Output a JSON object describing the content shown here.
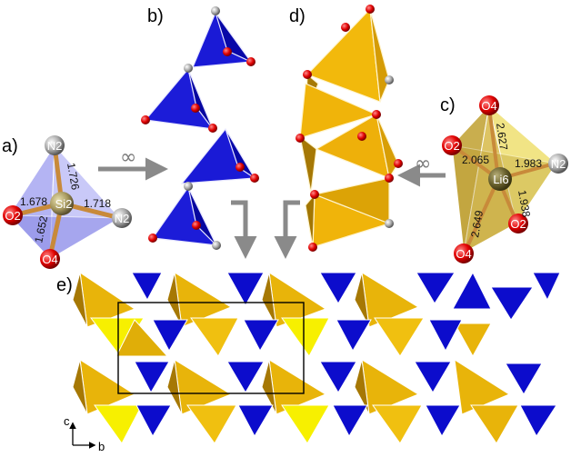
{
  "panels": {
    "a": "a)",
    "b": "b)",
    "c": "c)",
    "d": "d)",
    "e": "e)"
  },
  "connectors": {
    "infinity_left": "∞",
    "infinity_right": "∞"
  },
  "panel_a": {
    "center_atom": "Si2",
    "atoms": [
      "N2",
      "O2",
      "N2",
      "O4"
    ],
    "bonds": [
      "1.726",
      "1.678",
      "1.718",
      "1.652"
    ]
  },
  "panel_c": {
    "center_atom": "Li6",
    "atoms": [
      "O4",
      "O2",
      "N2",
      "O2",
      "O4"
    ],
    "bonds": [
      "2.627",
      "2.065",
      "1.983",
      "1.938",
      "2.649"
    ]
  },
  "axes": {
    "c": "c",
    "b": "b"
  },
  "colors": {
    "si_tetra": "#0c0ccc",
    "li_tetra": "#e8b40a",
    "li_light": "#f7f000",
    "oxygen": "#e00000",
    "nitrogen": "#a8a8a8",
    "arrow": "#8a8a8a"
  }
}
